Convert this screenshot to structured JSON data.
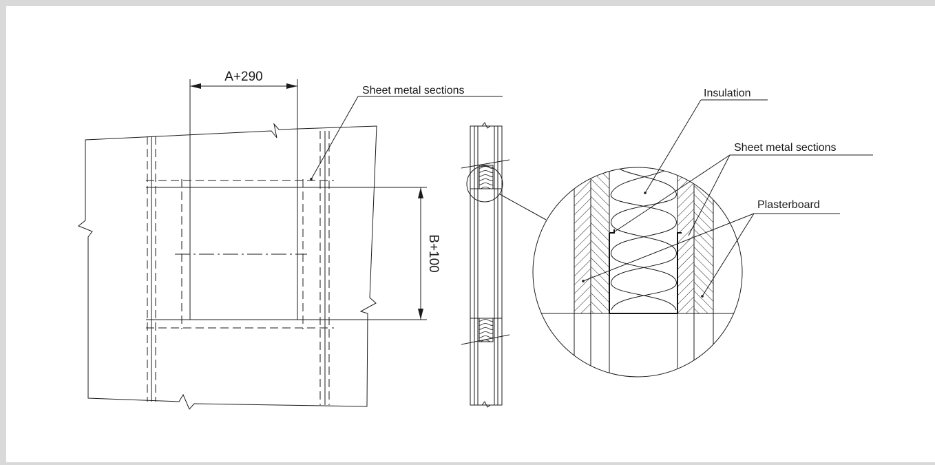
{
  "colors": {
    "frame": "#d9d9d9",
    "line": "#1a1a1a",
    "background": "#ffffff"
  },
  "dimensions": {
    "width_label": "A+290",
    "height_label": "B+100"
  },
  "labels": {
    "sheet_metal_left": "Sheet metal sections",
    "insulation": "Insulation",
    "sheet_metal_detail": "Sheet metal sections",
    "plasterboard": "Plasterboard"
  }
}
